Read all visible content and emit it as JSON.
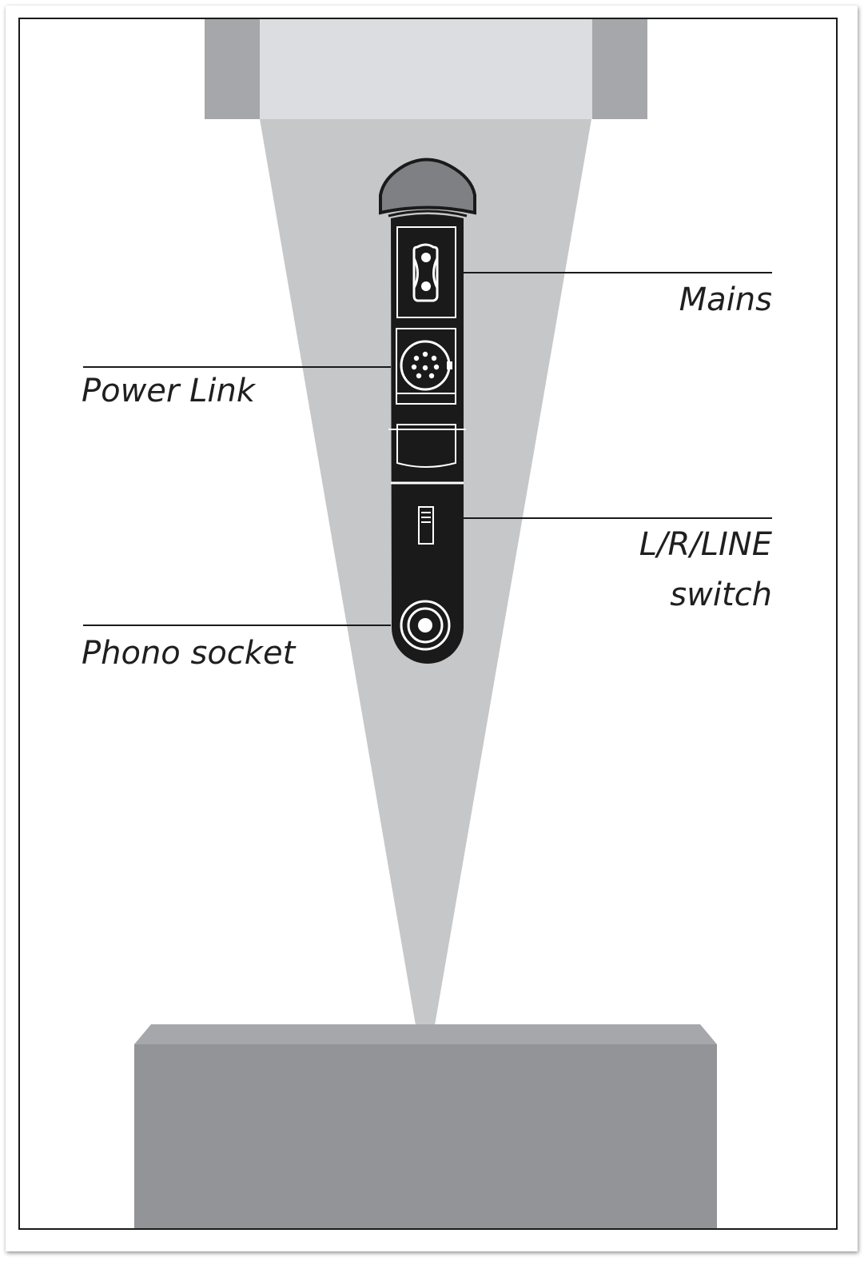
{
  "labels": {
    "mains": "Mains",
    "power_link": "Power Link",
    "lr_line_switch_line1": "L/R/LINE",
    "lr_line_switch_line2": "switch",
    "phono_socket": "Phono socket"
  },
  "colors": {
    "page": "#ffffff",
    "border": "#1a1a1a",
    "stand_top_light": "#dcdde0",
    "stand_top_dark": "#a6a7aa",
    "cone": "#c6c7c9",
    "base_top": "#a6a7aa",
    "base_front": "#939498",
    "panel": "#1a1a1a",
    "panel_detail": "#ffffff"
  }
}
